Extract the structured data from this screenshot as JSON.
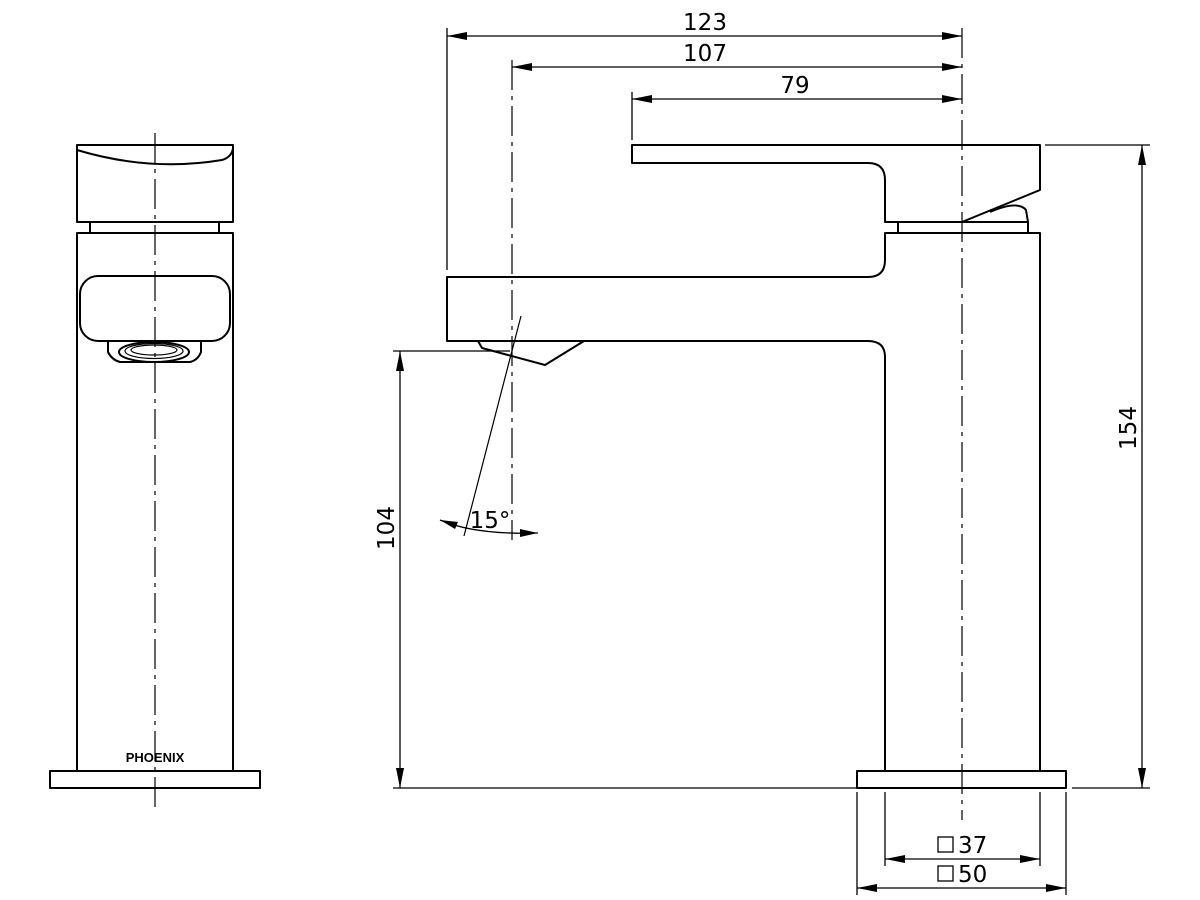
{
  "drawing": {
    "brand_mark": "PHOENIX",
    "angle_label": "15°",
    "dimensions": {
      "overall_reach": "123",
      "spout_reach": "107",
      "lever_reach": "79",
      "overall_height": "154",
      "spout_height": "104",
      "body_square": "37",
      "base_square": "50"
    }
  }
}
